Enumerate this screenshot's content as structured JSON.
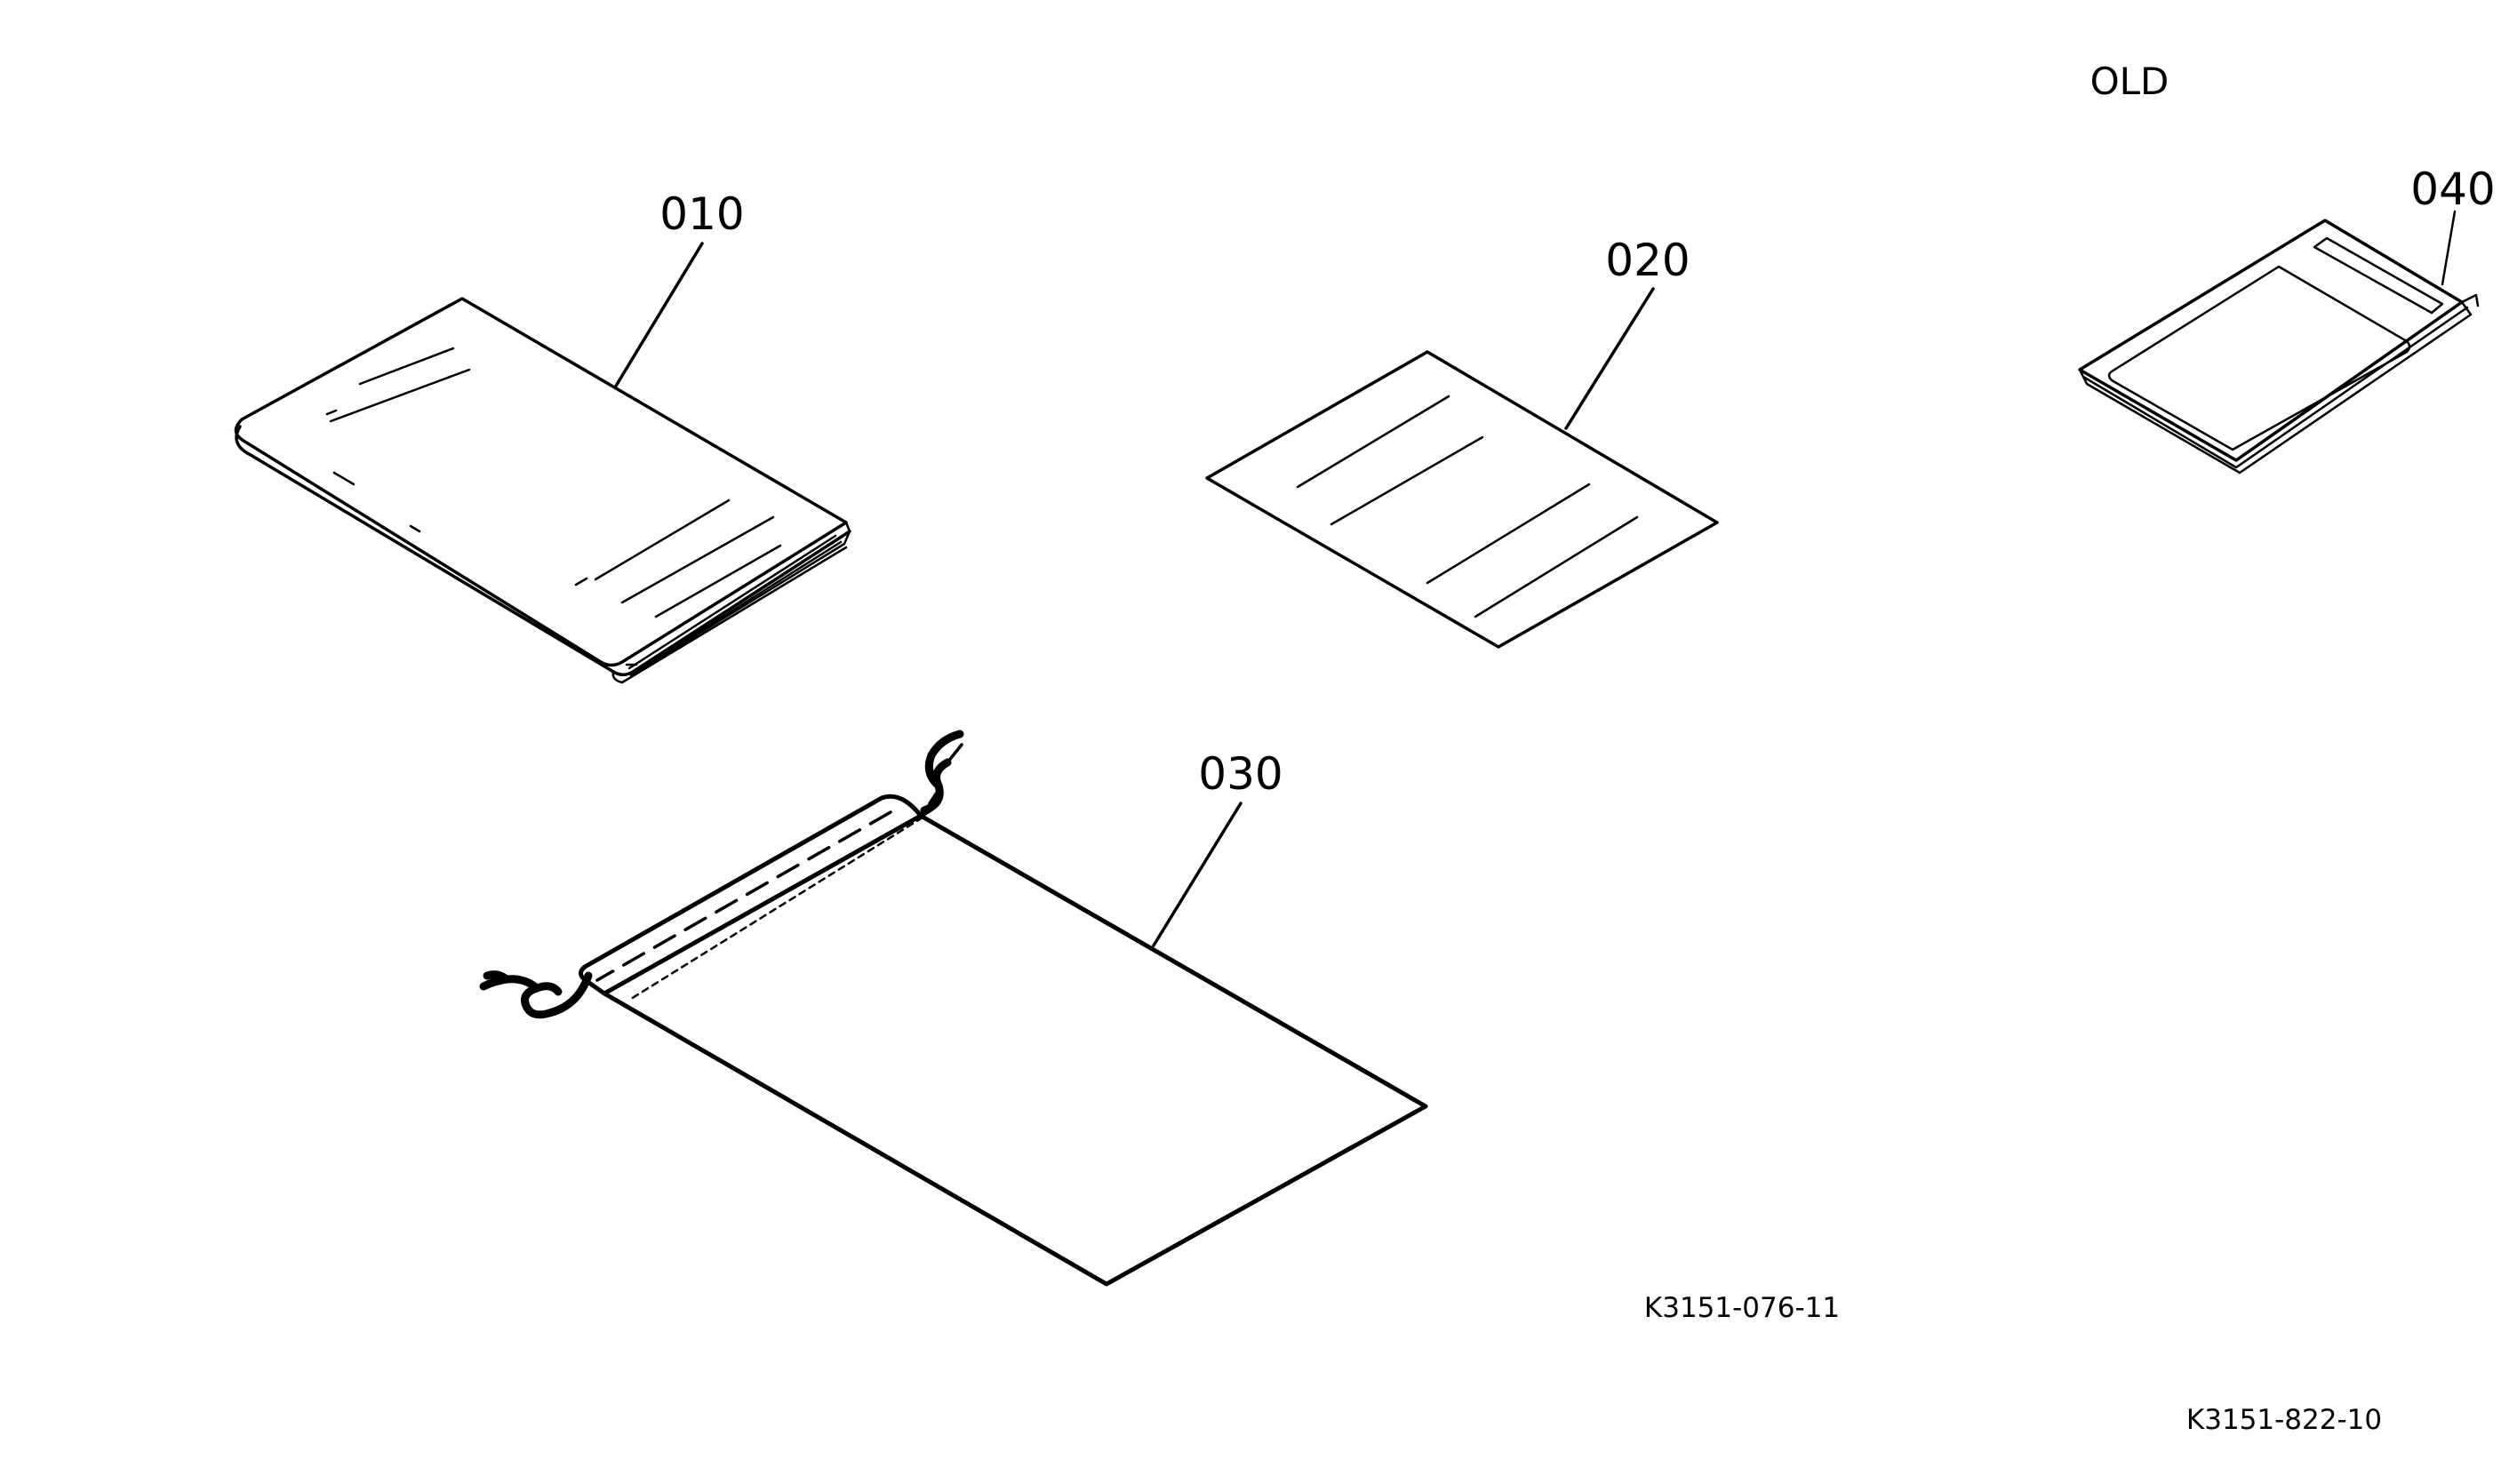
{
  "labels": {
    "part_010": "010",
    "part_020": "020",
    "part_030": "030",
    "part_040": "040",
    "old": "OLD"
  },
  "figure_refs": {
    "main": "K3151-076-11",
    "old": "K3151-822-10"
  },
  "colors": {
    "ink": "#000000",
    "background": "#ffffff"
  }
}
